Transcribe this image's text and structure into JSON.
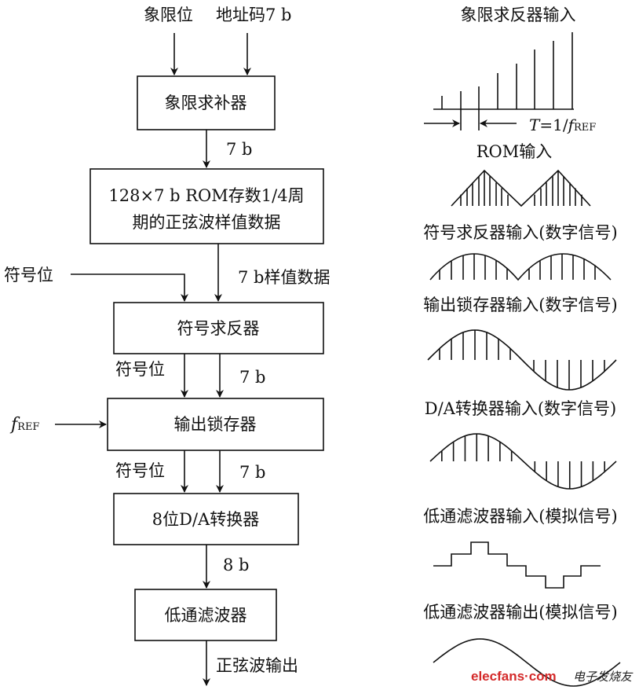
{
  "left": {
    "input_quadrant": "象限位",
    "input_address": "地址码7 b",
    "quadrant_complement": "象限求补器",
    "bits_7b_a": "7 b",
    "rom_line1": "128×7 b ROM存数1/4周",
    "rom_line2": "期的正弦波样值数据",
    "sign_bit_in": "符号位",
    "sample_data": "7 b样值数据",
    "sign_inverter": "符号求反器",
    "sign_bit_a": "符号位",
    "bits_7b_b": "7 b",
    "fref_f": "f",
    "fref_sub": "REF",
    "output_latch": "输出锁存器",
    "sign_bit_b": "符号位",
    "bits_7b_c": "7 b",
    "dac": "8位D/A转换器",
    "bits_8b": "8 b",
    "lowpass": "低通滤波器",
    "sine_out": "正弦波输出"
  },
  "right": {
    "w1": "象限求反器输入",
    "period_T": "T",
    "period_eq": "=1/",
    "period_f": "f",
    "period_sub": "REF",
    "w2": "ROM输入",
    "w3": "符号求反器输入(数字信号)",
    "w4": "输出锁存器输入(数字信号)",
    "w5": "D/A转换器输入(数字信号)",
    "w6": "低通滤波器输入(模拟信号)",
    "w7": "低通滤波器输出(模拟信号)"
  },
  "watermark": {
    "site": "elecfans·com",
    "cn": "电子发烧友"
  }
}
